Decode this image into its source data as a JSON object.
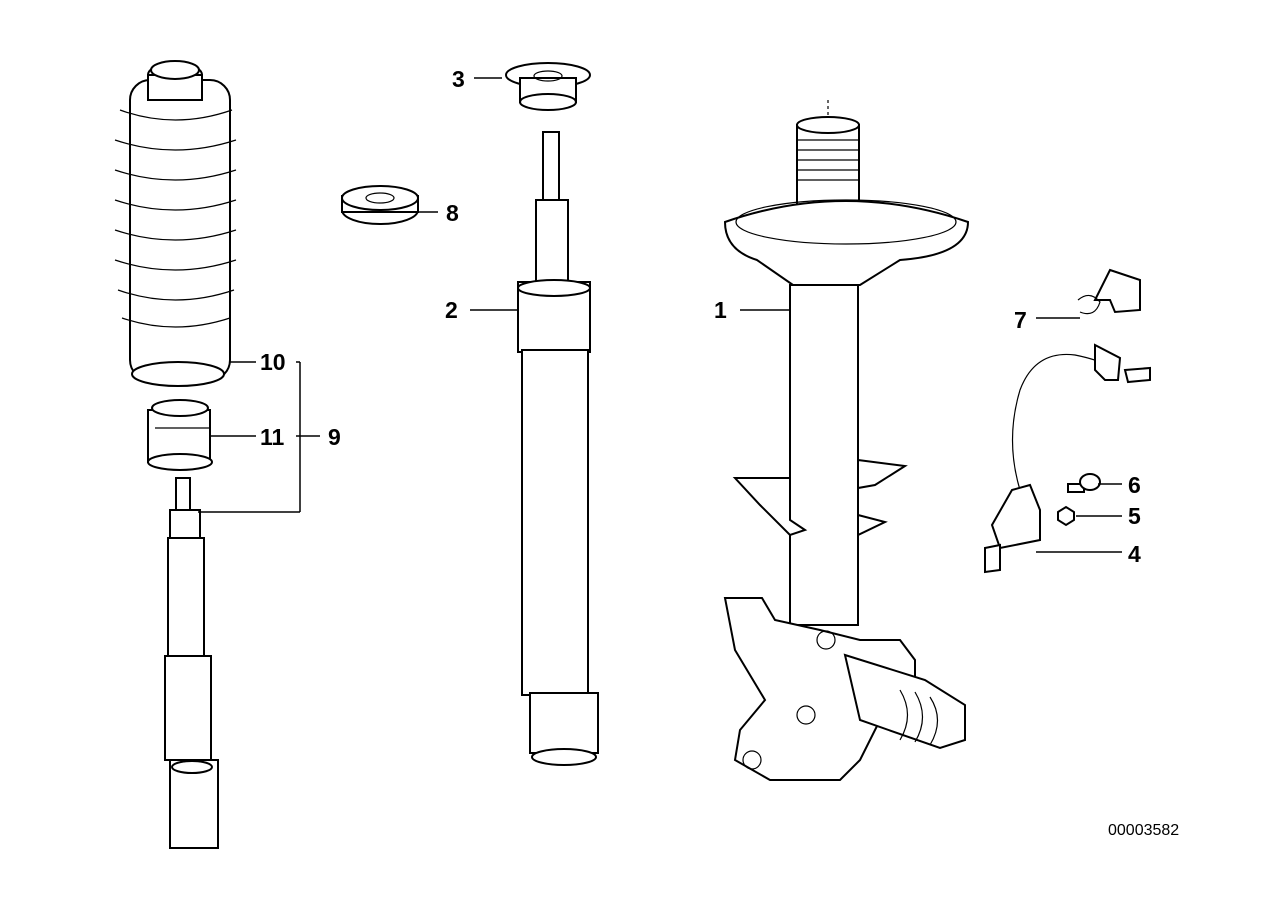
{
  "callouts": [
    "1",
    "2",
    "3",
    "4",
    "5",
    "6",
    "7",
    "8",
    "9",
    "10",
    "11"
  ],
  "reference_number": "00003582",
  "colors": {
    "line": "#000000",
    "background": "#ffffff"
  }
}
